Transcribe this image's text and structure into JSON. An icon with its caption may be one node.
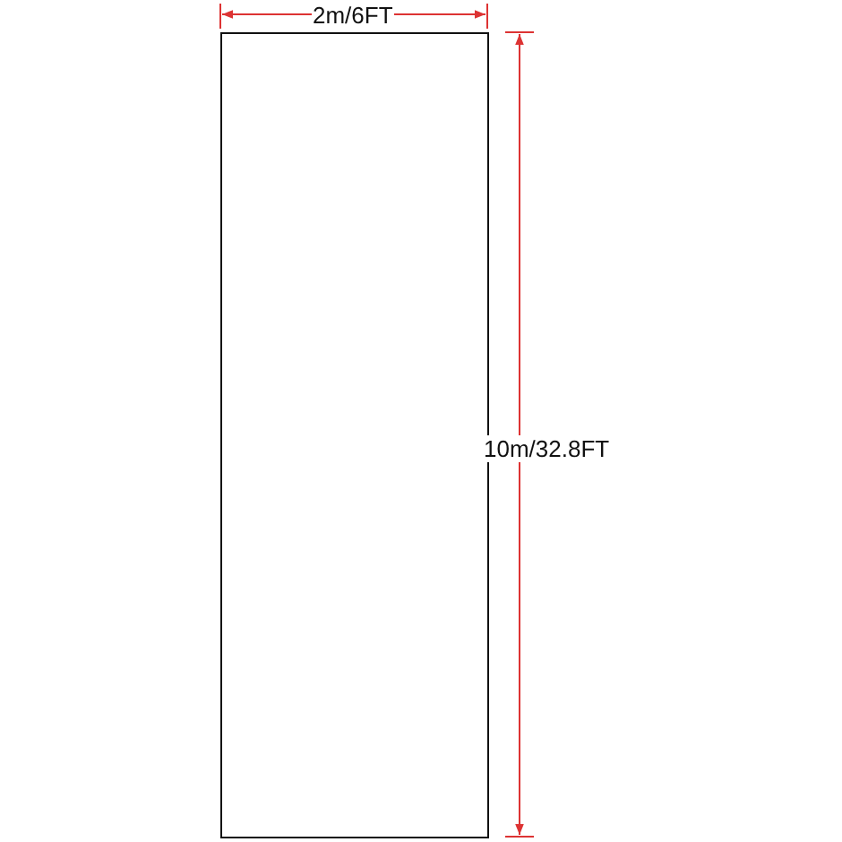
{
  "diagram": {
    "nodes": [
      {
        "text": [],
        "shape": "box"
      }
    ],
    "labels": [
      "2m/6FT",
      "10m/32.8FT"
    ]
  }
}
